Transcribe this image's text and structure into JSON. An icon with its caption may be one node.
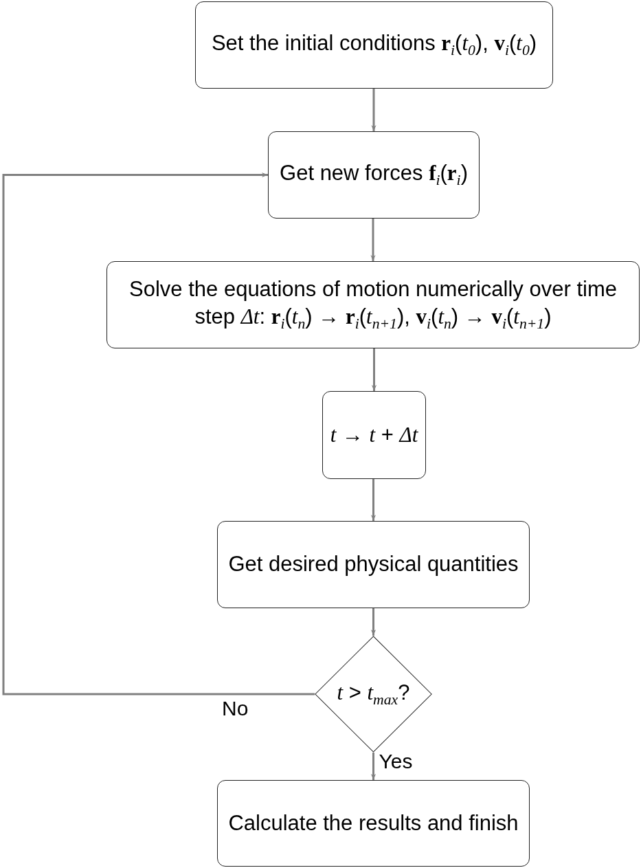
{
  "diagram": {
    "nodes": [
      {
        "text": [
          "Set the initial conditions **r**$_{i}$(*t*$_{0}$), **v**$_{i}$(*t*$_{0}$)"
        ]
      },
      {
        "text": [
          "Get new forces **f**$_{i}$(**r**$_{i}$)"
        ]
      },
      {
        "text": [
          "Solve the equations of motion numerically over time step *Δt*: **r**$_{i}$(*t*$_{n}$) → **r**$_{i}$(*t*$_{n+1}$), **v**$_{i}$(*t*$_{n}$) → **v**$_{i}$(*t*$_{n+1}$)"
        ]
      },
      {
        "text": [
          "*t* → *t* + *Δt*"
        ]
      },
      {
        "text": [
          "Get desired physical quantities"
        ]
      },
      {
        "text": [
          "*t* > *t*$_{max}$?"
        ]
      },
      {
        "text": [
          "Calculate the results and finish"
        ]
      }
    ],
    "edges": [
      {
        "from": 0,
        "to": 1,
        "arrow": "to"
      },
      {
        "from": 1,
        "to": 2,
        "arrow": "to"
      },
      {
        "from": 2,
        "to": 3,
        "arrow": "to"
      },
      {
        "from": 3,
        "to": 4,
        "arrow": "to"
      },
      {
        "from": 4,
        "to": 5,
        "arrow": "to"
      },
      {
        "from": 5,
        "to": 6,
        "arrow": "to",
        "label": "Yes"
      },
      {
        "from": 5,
        "to": 1,
        "arrow": "to",
        "label": "No"
      }
    ]
  }
}
